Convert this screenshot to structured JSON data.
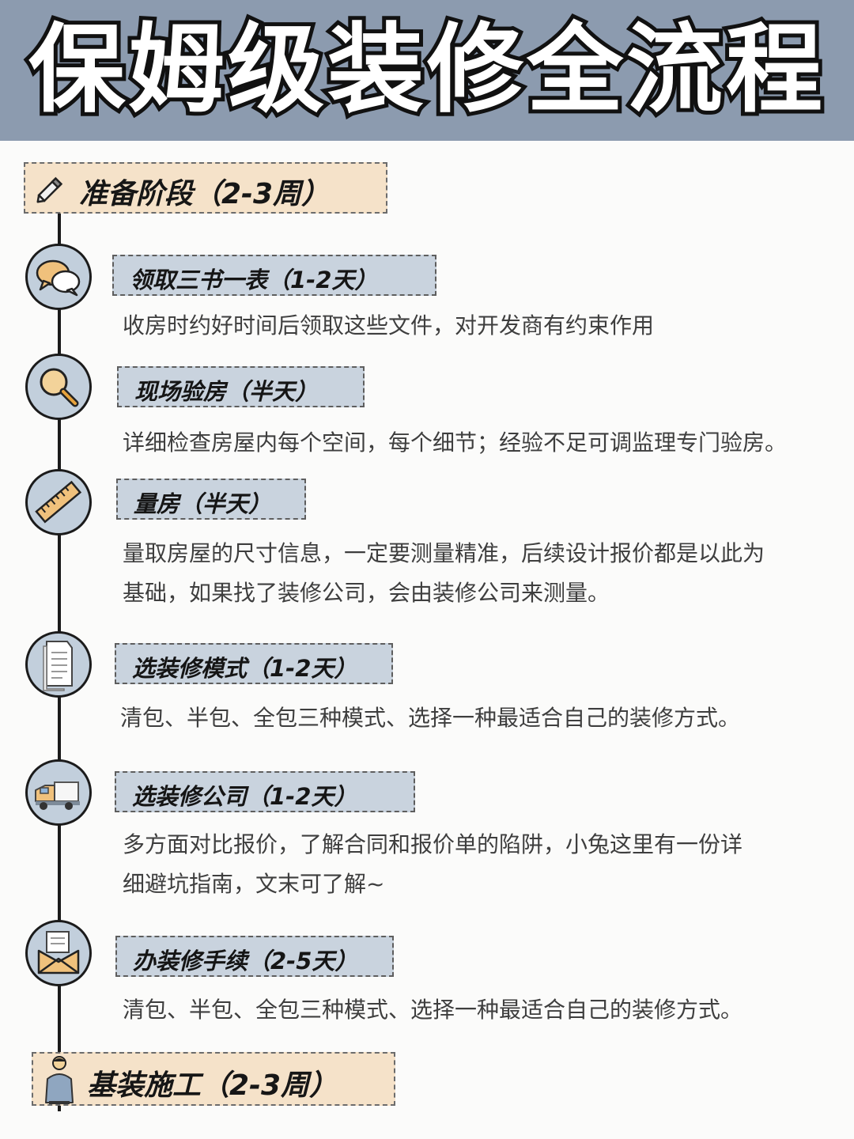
{
  "title": "保姆级装修全流程",
  "stages": {
    "prep": "准备阶段（2-3周）",
    "construction": "基装施工（2-3周）"
  },
  "steps": [
    {
      "label": "领取三书一表（1-2天）",
      "icon": "chat-bubbles-icon",
      "desc": [
        "收房时约好时间后领取这些文件，对开发商有约束作用"
      ]
    },
    {
      "label": "现场验房（半天）",
      "icon": "magnifier-icon",
      "desc": [
        "详细检查房屋内每个空间，每个细节；经验不足可调监理专门验房。"
      ]
    },
    {
      "label": "量房（半天）",
      "icon": "ruler-icon",
      "desc": [
        "量取房屋的尺寸信息，一定要测量精准，后续设计报价都是以此为",
        "基础，如果找了装修公司，会由装修公司来测量。"
      ]
    },
    {
      "label": "选装修模式（1-2天）",
      "icon": "document-icon",
      "desc": [
        "清包、半包、全包三种模式、选择一种最适合自己的装修方式。"
      ]
    },
    {
      "label": "选装修公司（1-2天）",
      "icon": "truck-icon",
      "desc": [
        "多方面对比报价，了解合同和报价单的陷阱，小兔这里有一份详",
        "细避坑指南，文末可了解~"
      ]
    },
    {
      "label": "办装修手续（2-5天）",
      "icon": "envelope-icon",
      "desc": [
        "清包、半包、全包三种模式、选择一种最适合自己的装修方式。"
      ]
    }
  ],
  "colors": {
    "header": "#8c9baf",
    "stage_bg": "#f5e2c9",
    "step_bg": "#c9d3de",
    "icon_bg": "#c2cfdc"
  }
}
